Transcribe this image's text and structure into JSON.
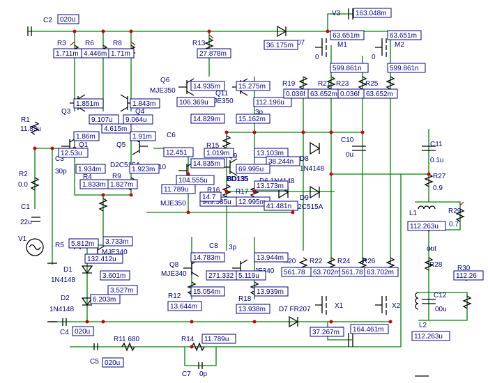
{
  "labels": [
    {
      "id": "C2",
      "text": "C2"
    },
    {
      "id": "R3",
      "text": "R3"
    },
    {
      "id": "R6",
      "text": "R6"
    },
    {
      "id": "R8",
      "text": "R8"
    },
    {
      "id": "R13",
      "text": "R13"
    },
    {
      "id": "Q6",
      "text": "Q6"
    },
    {
      "id": "Q6t",
      "text": "MJE350"
    },
    {
      "id": "Q11",
      "text": "Q11"
    },
    {
      "id": "Q11t",
      "text": "MJE350"
    },
    {
      "id": "V3",
      "text": "V3"
    },
    {
      "id": "M1",
      "text": "M1"
    },
    {
      "id": "M2",
      "text": "M2"
    },
    {
      "id": "R19",
      "text": "R19"
    },
    {
      "id": "R21",
      "text": "R21"
    },
    {
      "id": "R23",
      "text": "R23"
    },
    {
      "id": "R25",
      "text": "R25"
    },
    {
      "id": "R1",
      "text": "R1"
    },
    {
      "id": "R1v",
      "text": "11.83u"
    },
    {
      "id": "Q3",
      "text": "Q3"
    },
    {
      "id": "Q4",
      "text": "Q4"
    },
    {
      "id": "Q1",
      "text": "Q1"
    },
    {
      "id": "Q5",
      "text": "Q5"
    },
    {
      "id": "R2",
      "text": "R2"
    },
    {
      "id": "R2v",
      "text": "0.0"
    },
    {
      "id": "C3",
      "text": "C3"
    },
    {
      "id": "C3v",
      "text": "30p"
    },
    {
      "id": "R4",
      "text": "R4"
    },
    {
      "id": "R9",
      "text": "R9"
    },
    {
      "id": "C6",
      "text": "C6"
    },
    {
      "id": "C6v",
      "text": "3p"
    },
    {
      "id": "Q10",
      "text": "10"
    },
    {
      "id": "C1",
      "text": "C1"
    },
    {
      "id": "C1v",
      "text": "22u"
    },
    {
      "id": "V1",
      "text": "V1"
    },
    {
      "id": "R15",
      "text": "R15"
    },
    {
      "id": "Q9",
      "text": "Q9"
    },
    {
      "id": "Q9t",
      "text": "BD135"
    },
    {
      "id": "R16",
      "text": "R16"
    },
    {
      "id": "R17",
      "text": "R17"
    },
    {
      "id": "D8",
      "text": "D8"
    },
    {
      "id": "D8t",
      "text": "1N4148"
    },
    {
      "id": "D9",
      "text": "D9"
    },
    {
      "id": "D9t",
      "text": "D2C515A"
    },
    {
      "id": "D6",
      "text": "D6 1N4148"
    },
    {
      "id": "C10",
      "text": "C10"
    },
    {
      "id": "C10v",
      "text": "0u"
    },
    {
      "id": "C11",
      "text": "C11"
    },
    {
      "id": "C11v",
      "text": "0.1u"
    },
    {
      "id": "R27",
      "text": "R27"
    },
    {
      "id": "R27v",
      "text": "0.9"
    },
    {
      "id": "L1",
      "text": "L1"
    },
    {
      "id": "R29",
      "text": "R29"
    },
    {
      "id": "R29v",
      "text": "0.7"
    },
    {
      "id": "out",
      "text": "out"
    },
    {
      "id": "R28",
      "text": "R28"
    },
    {
      "id": "R30",
      "text": "R30"
    },
    {
      "id": "R30v",
      "text": "3"
    },
    {
      "id": "C12",
      "text": "C12"
    },
    {
      "id": "C12v",
      "text": "00u"
    },
    {
      "id": "L2",
      "text": "L2"
    },
    {
      "id": "R5",
      "text": "R5"
    },
    {
      "id": "D1",
      "text": "D1"
    },
    {
      "id": "D1t",
      "text": "1N4148"
    },
    {
      "id": "D2",
      "text": "D2"
    },
    {
      "id": "D2t",
      "text": "1N4148"
    },
    {
      "id": "Q7t",
      "text": "MJE340"
    },
    {
      "id": "C4",
      "text": "C4"
    },
    {
      "id": "Q8",
      "text": "Q8"
    },
    {
      "id": "Q8t",
      "text": "MJE340"
    },
    {
      "id": "C8",
      "text": "C8"
    },
    {
      "id": "C8v",
      "text": "3p"
    },
    {
      "id": "R12",
      "text": "R12"
    },
    {
      "id": "R18",
      "text": "R18"
    },
    {
      "id": "Q12t",
      "text": "JE340"
    },
    {
      "id": "R20",
      "text": "R20"
    },
    {
      "id": "R22",
      "text": "R22"
    },
    {
      "id": "R24",
      "text": "R24"
    },
    {
      "id": "R26",
      "text": "R26"
    },
    {
      "id": "D7",
      "text": "D7 FR207"
    },
    {
      "id": "X1",
      "text": "X1"
    },
    {
      "id": "X2",
      "text": "X2"
    },
    {
      "id": "V2",
      "text": "V2"
    },
    {
      "id": "R11",
      "text": "R11 680"
    },
    {
      "id": "R14",
      "text": "R14"
    },
    {
      "id": "C5",
      "text": "C5"
    },
    {
      "id": "C7",
      "text": "C7"
    },
    {
      "id": "C7v",
      "text": "0p"
    },
    {
      "id": "Q7bd",
      "text": "BD135"
    },
    {
      "id": "Q2t",
      "text": "D2C515A"
    },
    {
      "id": "M1v",
      "text": "0"
    },
    {
      "id": "M2v",
      "text": "0"
    },
    {
      "id": "D4t",
      "text": "07"
    },
    {
      "id": "mjeC",
      "text": "MJE350"
    },
    {
      "id": "C9v",
      "text": "3p"
    }
  ],
  "meters": [
    {
      "id": "m_c2",
      "text": "020u"
    },
    {
      "id": "m_r3",
      "text": "1.711m"
    },
    {
      "id": "m_r6",
      "text": "4.446m"
    },
    {
      "id": "m_r8",
      "text": "1.71m"
    },
    {
      "id": "m_r13",
      "text": "27.878m"
    },
    {
      "id": "m_d4",
      "text": "36.175m"
    },
    {
      "id": "m_v3",
      "text": "163.048m"
    },
    {
      "id": "m_m1a",
      "text": "63.651m"
    },
    {
      "id": "m_m2a",
      "text": "63.651m"
    },
    {
      "id": "m_m1b",
      "text": "599.861n"
    },
    {
      "id": "m_m2b",
      "text": "599.861n"
    },
    {
      "id": "m_q6a",
      "text": "14.935m"
    },
    {
      "id": "m_q11a",
      "text": "15.275m"
    },
    {
      "id": "m_q6b",
      "text": "106.369u"
    },
    {
      "id": "m_q11b",
      "text": "112.196u"
    },
    {
      "id": "m_q6c",
      "text": "14.829m"
    },
    {
      "id": "m_q11c",
      "text": "15.162m"
    },
    {
      "id": "m_r19",
      "text": "0.036f"
    },
    {
      "id": "m_r21",
      "text": "63.652m"
    },
    {
      "id": "m_r23",
      "text": "0.036f"
    },
    {
      "id": "m_r25",
      "text": "63.652m"
    },
    {
      "id": "m_q3",
      "text": "1.851m"
    },
    {
      "id": "m_q4",
      "text": "1.843m"
    },
    {
      "id": "m_q3b",
      "text": "9.107u"
    },
    {
      "id": "m_q4b",
      "text": "9.064u"
    },
    {
      "id": "m_q34",
      "text": "4.615m"
    },
    {
      "id": "m_q3c",
      "text": "1.86m"
    },
    {
      "id": "m_q4c",
      "text": "1.91m"
    },
    {
      "id": "m_q1",
      "text": "12.53u"
    },
    {
      "id": "m_q5",
      "text": "12.451"
    },
    {
      "id": "m_q1b",
      "text": "1.934m"
    },
    {
      "id": "m_q5b",
      "text": "1.923m"
    },
    {
      "id": "m_r4",
      "text": "1.833m"
    },
    {
      "id": "m_r9",
      "text": "1.827m"
    },
    {
      "id": "m_c6",
      "text": "11.789u"
    },
    {
      "id": "m_r15",
      "text": "1.019m"
    },
    {
      "id": "m_q9a",
      "text": "13.103m"
    },
    {
      "id": "m_q9b",
      "text": "38.244n"
    },
    {
      "id": "m_r15b",
      "text": "14.835m"
    },
    {
      "id": "m_q9c",
      "text": "69.995u"
    },
    {
      "id": "m_q10",
      "text": "104.555u"
    },
    {
      "id": "m_q9d",
      "text": "13.173m"
    },
    {
      "id": "m_r16",
      "text": "949.585u"
    },
    {
      "id": "m_r17",
      "text": "12.995m"
    },
    {
      "id": "m_d9",
      "text": "41.481n"
    },
    {
      "id": "m_r16b",
      "text": "14.7"
    },
    {
      "id": "m_l1",
      "text": "112.263u"
    },
    {
      "id": "m_r5",
      "text": "5.812m"
    },
    {
      "id": "m_q7a",
      "text": "3.733m"
    },
    {
      "id": "m_q7b",
      "text": "132.412u"
    },
    {
      "id": "m_q7c",
      "text": "3.601m"
    },
    {
      "id": "m_q7d",
      "text": "3.527m"
    },
    {
      "id": "m_d2",
      "text": "6.203m"
    },
    {
      "id": "m_c4",
      "text": "020u"
    },
    {
      "id": "m_q8a",
      "text": "14.783m"
    },
    {
      "id": "m_q12a",
      "text": "13.944m"
    },
    {
      "id": "m_q8b",
      "text": "271.332"
    },
    {
      "id": "m_q12b",
      "text": "5.119u"
    },
    {
      "id": "m_q8c",
      "text": "15.054m"
    },
    {
      "id": "m_q12c",
      "text": "13.939m"
    },
    {
      "id": "m_r12",
      "text": "13.644m"
    },
    {
      "id": "m_r18",
      "text": "13.938m"
    },
    {
      "id": "m_r20",
      "text": "561.78"
    },
    {
      "id": "m_r22",
      "text": "63.702m"
    },
    {
      "id": "m_r24",
      "text": "561.78"
    },
    {
      "id": "m_r26",
      "text": "63.702m"
    },
    {
      "id": "m_r28",
      "text": "112.26"
    },
    {
      "id": "m_v2a",
      "text": "37.267m"
    },
    {
      "id": "m_v2b",
      "text": "164.461m"
    },
    {
      "id": "m_l2",
      "text": "112.263u"
    },
    {
      "id": "m_r14",
      "text": "11.789u"
    },
    {
      "id": "m_c5",
      "text": "020u"
    }
  ]
}
